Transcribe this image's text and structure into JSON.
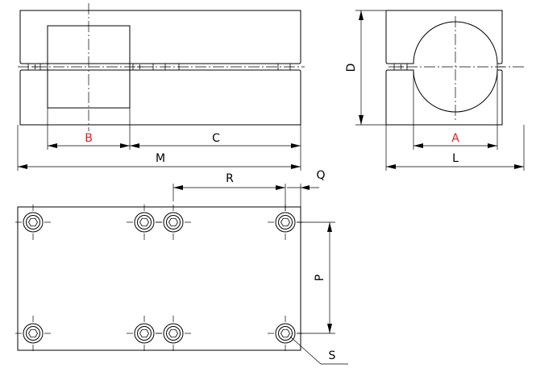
{
  "labels": {
    "B": "B",
    "C": "C",
    "M": "M",
    "A": "A",
    "L": "L",
    "D": "D",
    "R": "R",
    "Q": "Q",
    "P": "P",
    "S": "S"
  },
  "colors": {
    "line": "#000000",
    "highlight": "#d0262d"
  }
}
